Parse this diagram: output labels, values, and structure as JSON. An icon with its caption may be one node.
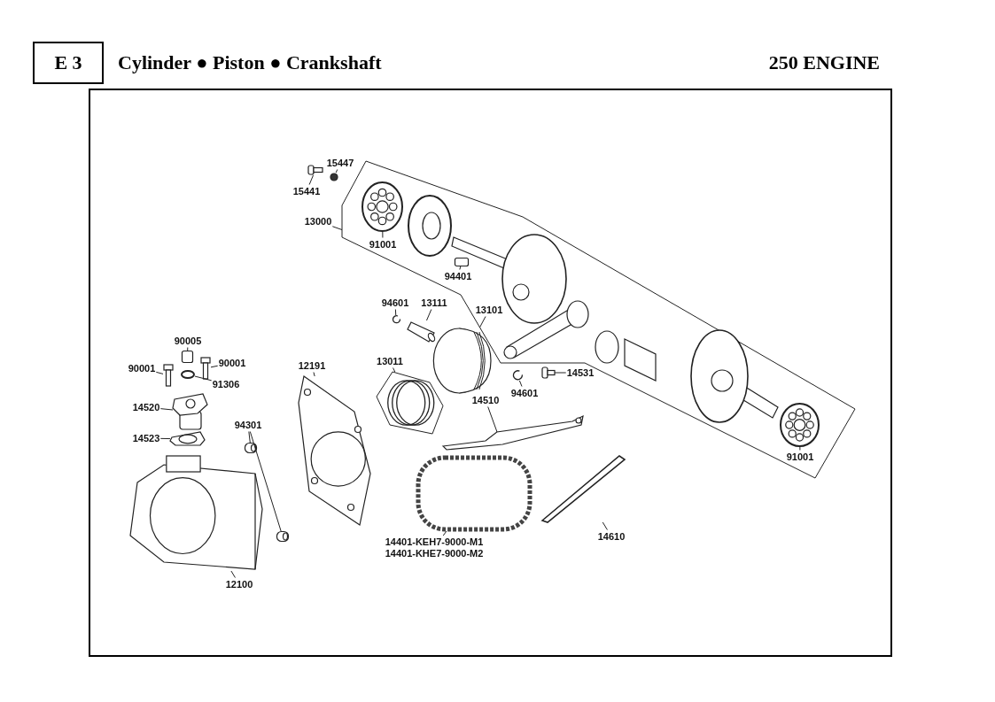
{
  "diagram": {
    "title": "Cylinder ● Piston ● Crankshaft",
    "nodes": [
      {
        "text": [
          "E 3"
        ]
      },
      {
        "text": [
          "15447"
        ]
      },
      {
        "text": [
          "15441"
        ]
      },
      {
        "text": [
          "13000"
        ]
      },
      {
        "text": [
          "91001"
        ],
        "in": 27
      },
      {
        "text": [
          "94401"
        ],
        "in": 27
      },
      {
        "text": [
          "94601"
        ]
      },
      {
        "text": [
          "13111"
        ]
      },
      {
        "text": [
          "13101"
        ],
        "in": 27
      },
      {
        "text": [
          "90005"
        ]
      },
      {
        "text": [
          "90001"
        ]
      },
      {
        "text": [
          "90001"
        ]
      },
      {
        "text": [
          "12191"
        ]
      },
      {
        "text": [
          "13011"
        ]
      },
      {
        "text": [
          "91306"
        ]
      },
      {
        "text": [
          "14531"
        ]
      },
      {
        "text": [
          "94601"
        ]
      },
      {
        "text": [
          "14510"
        ]
      },
      {
        "text": [
          "14520"
        ]
      },
      {
        "text": [
          "14523"
        ]
      },
      {
        "text": [
          "94301"
        ]
      },
      {
        "text": [
          "91001"
        ],
        "in": 27
      },
      {
        "text": [
          "14610"
        ]
      },
      {
        "text": [
          "14401-KEH7-9000-M1",
          "14401-KHE7-9000-M2"
        ]
      },
      {
        "text": [
          "12100"
        ]
      },
      {
        "text": [],
        "shape": "circle"
      },
      {
        "text": [],
        "shape": "picture"
      },
      {
        "text": [],
        "shape": "box"
      },
      {
        "text": [],
        "shape": "picture",
        "in": 27
      },
      {
        "text": [],
        "shape": "box",
        "in": 27
      },
      {
        "text": [],
        "shape": "picture"
      },
      {
        "text": [],
        "shape": "picture"
      },
      {
        "text": [],
        "shape": "picture"
      },
      {
        "text": [],
        "shape": "box"
      },
      {
        "text": [],
        "shape": "picture"
      },
      {
        "text": [],
        "shape": "picture"
      },
      {
        "text": [],
        "shape": "picture"
      },
      {
        "text": [],
        "shape": "picture"
      },
      {
        "text": [],
        "shape": "circle"
      },
      {
        "text": [],
        "shape": "picture"
      },
      {
        "text": [],
        "shape": "picture"
      },
      {
        "text": [],
        "shape": "picture"
      },
      {
        "text": [],
        "shape": "picture"
      },
      {
        "text": [],
        "shape": "picture"
      },
      {
        "text": [],
        "shape": "cylinder"
      },
      {
        "text": [],
        "shape": "picture",
        "in": 27
      },
      {
        "text": [],
        "shape": "picture"
      },
      {
        "text": [],
        "shape": "box"
      },
      {
        "text": [],
        "shape": "picture"
      },
      {
        "text": [],
        "shape": "cylinder"
      }
    ],
    "edges": [
      {
        "from": 1,
        "to": 25,
        "arrow": "none"
      },
      {
        "from": 2,
        "to": 26,
        "arrow": "none"
      },
      {
        "from": 3,
        "to": 27,
        "arrow": "none"
      },
      {
        "from": 4,
        "to": 28,
        "arrow": "none"
      },
      {
        "from": 5,
        "to": 29,
        "arrow": "none"
      },
      {
        "from": 6,
        "to": 30,
        "arrow": "none"
      },
      {
        "from": 7,
        "to": 31,
        "arrow": "none"
      },
      {
        "from": 8,
        "to": 32,
        "arrow": "none"
      },
      {
        "from": 9,
        "to": 33,
        "arrow": "none"
      },
      {
        "from": 10,
        "to": 34,
        "arrow": "none"
      },
      {
        "from": 11,
        "to": 35,
        "arrow": "none"
      },
      {
        "from": 12,
        "to": 36,
        "arrow": "none"
      },
      {
        "from": 13,
        "to": 37,
        "arrow": "none"
      },
      {
        "from": 14,
        "to": 38,
        "arrow": "none"
      },
      {
        "from": 15,
        "to": 39,
        "arrow": "none"
      },
      {
        "from": 16,
        "to": 40,
        "arrow": "none"
      },
      {
        "from": 17,
        "to": 41,
        "arrow": "none"
      },
      {
        "from": 18,
        "to": 42,
        "arrow": "none"
      },
      {
        "from": 19,
        "to": 43,
        "arrow": "none"
      },
      {
        "from": 20,
        "to": 44,
        "arrow": "none"
      },
      {
        "from": 21,
        "to": 45,
        "arrow": "none"
      },
      {
        "from": 22,
        "to": 46,
        "arrow": "none"
      },
      {
        "from": 23,
        "to": 47,
        "arrow": "none"
      },
      {
        "from": 24,
        "to": 48,
        "arrow": "none"
      },
      {
        "from": 20,
        "to": 49,
        "arrow": "none"
      }
    ],
    "labels": [
      "250 ENGINE"
    ]
  }
}
